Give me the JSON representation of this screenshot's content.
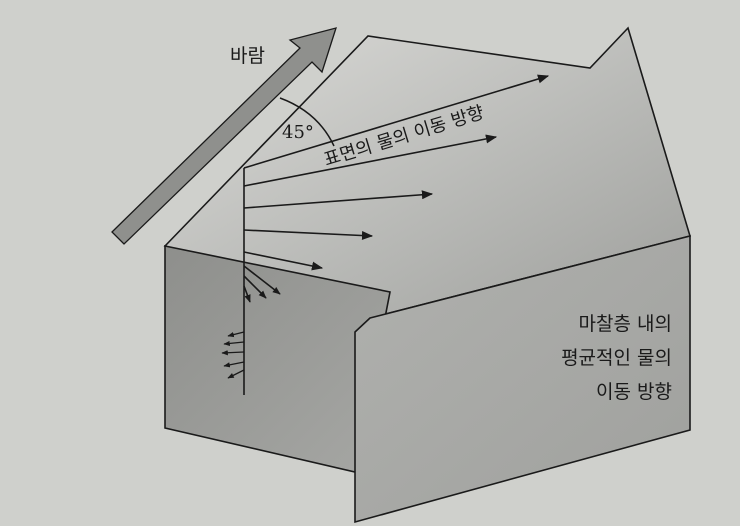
{
  "labels": {
    "wind": "바람",
    "angle": "45°",
    "surface_flow": "표면의 물의 이동 방향",
    "mean_flow_line1": "마찰층 내의",
    "mean_flow_line2": "평균적인 물의",
    "mean_flow_line3": "이동 방향"
  },
  "colors": {
    "page": "#cfd0cc",
    "top_face": "#b9bab7",
    "front_face": "#9d9e9b",
    "side_face": "#a9aaa7",
    "wind_arrow": "#8f908d",
    "ink": "#1a1a1a"
  }
}
